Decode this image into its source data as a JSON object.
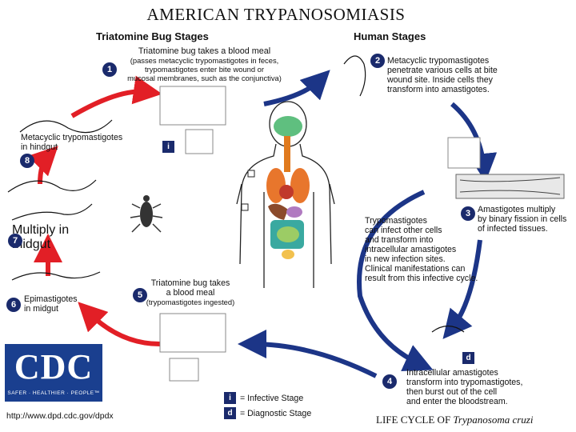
{
  "title": "AMERICAN TRYPANOSOMIASIS",
  "headers": {
    "bug": "Triatomine Bug Stages",
    "human": "Human Stages"
  },
  "stages": {
    "s1": {
      "num": "1",
      "lines": [
        "Triatomine bug takes a blood meal",
        "(passes metacyclic trypomastigotes in feces,",
        "trypomastigotes enter bite wound or",
        "mucosal membranes, such as the conjunctiva)"
      ]
    },
    "s2": {
      "num": "2",
      "lines": [
        "Metacyclic trypomastigotes",
        "penetrate various cells at bite",
        "wound site.  Inside cells they",
        "transform into amastigotes."
      ]
    },
    "s3": {
      "num": "3",
      "lines": [
        "Amastigotes multiply",
        "by binary fission in cells",
        "of infected tissues."
      ]
    },
    "s3b": {
      "lines": [
        "Trypomastigotes",
        "can infect other cells",
        "and transform into",
        "intracellular amastigotes",
        "in new infection sites.",
        "Clinical manifestations can",
        "result from this infective cycle."
      ]
    },
    "s4": {
      "num": "4",
      "lines": [
        "Intracellular amastigotes",
        "transform into trypomastigotes,",
        "then burst out of the cell",
        "and enter the bloodstream."
      ]
    },
    "s5": {
      "num": "5",
      "lines": [
        "Triatomine bug takes",
        "a blood meal",
        "(trypomastigotes ingested)"
      ]
    },
    "s6": {
      "num": "6",
      "lines": [
        "Epimastigotes",
        "in midgut"
      ]
    },
    "s7": {
      "num": "7",
      "lines": [
        "Multiply in midgut"
      ]
    },
    "s8": {
      "num": "8",
      "lines": [
        "Metacyclic trypomastigotes",
        "in hindgut"
      ]
    }
  },
  "markers": {
    "infective": "i",
    "diagnostic": "d"
  },
  "legend": {
    "infective": "= Infective Stage",
    "diagnostic": "= Diagnostic Stage"
  },
  "cdc": {
    "logo": "CDC",
    "tagline": "SAFER · HEALTHIER · PEOPLE™",
    "url": "http://www.dpd.cdc.gov/dpdx"
  },
  "footer": {
    "prefix": "LIFE CYCLE OF ",
    "species": "Trypanosoma cruzi"
  },
  "colors": {
    "blue_arrow": "#1c3587",
    "red_arrow": "#e21f26",
    "navy": "#1a2a6c"
  }
}
